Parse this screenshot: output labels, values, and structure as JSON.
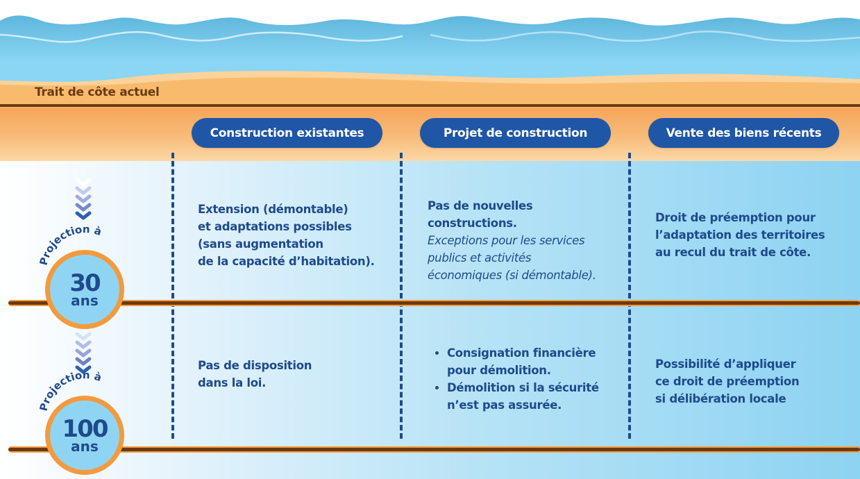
{
  "header": {
    "coast_label": "Trait de côte actuel"
  },
  "columns": [
    {
      "label": "Construction existantes"
    },
    {
      "label": "Projet de construction"
    },
    {
      "label": "Vente des biens récents"
    }
  ],
  "rows": [
    {
      "projection_label": "Projection à",
      "years": "30",
      "unit": "ans",
      "cells": [
        {
          "lines": [
            "Extension (démontable)",
            "et adaptations possibles",
            "(sans augmentation",
            "de la capacité d’habitation)."
          ]
        },
        {
          "lines": [
            "Pas de nouvelles",
            "constructions."
          ],
          "italic_lines": [
            "Exceptions pour les services",
            "publics et activités",
            "économiques (si démontable)."
          ]
        },
        {
          "lines": [
            "Droit de préemption pour",
            "l’adaptation des territoires",
            "au recul du trait de côte."
          ]
        }
      ]
    },
    {
      "projection_label": "Projection à",
      "years": "100",
      "unit": "ans",
      "cells": [
        {
          "lines": [
            "Pas de disposition",
            "dans la loi."
          ]
        },
        {
          "bullets": [
            [
              "Consignation financière",
              "pour démolition."
            ],
            [
              "Démolition si la sécurité",
              "n’est pas assurée."
            ]
          ]
        },
        {
          "lines": [
            "Possibilité d’appliquer",
            "ce droit de préemption",
            "si délibération locale"
          ]
        }
      ]
    }
  ],
  "colors": {
    "primary": "#1f56a6",
    "text": "#1e4a8c",
    "orange": "#f39a3e",
    "brown": "#6b3a12",
    "sea": "#8dd3f2"
  }
}
